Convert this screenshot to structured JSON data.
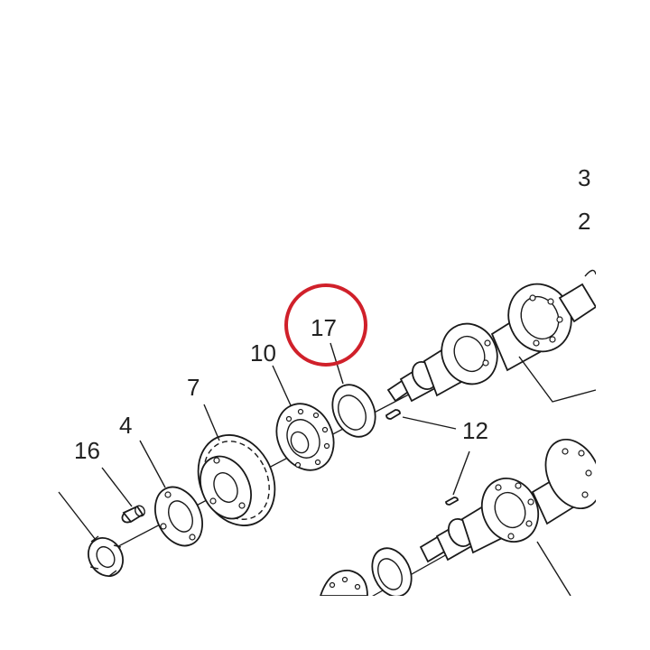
{
  "callouts": {
    "c16": "16",
    "c4": "4",
    "c7": "7",
    "c10": "10",
    "c17": "17",
    "c12": "12",
    "c3_partial": "3",
    "c2_partial": "2"
  },
  "colors": {
    "highlight": "#d0202a",
    "line": "#1a1a1a",
    "text": "#222222"
  }
}
